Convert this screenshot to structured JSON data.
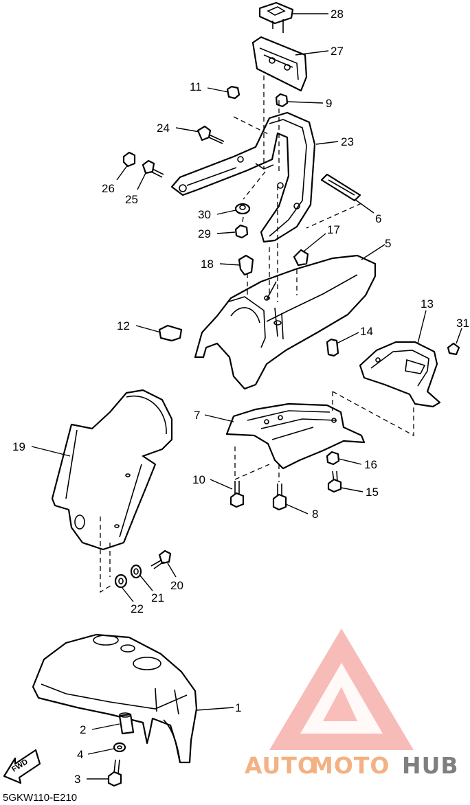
{
  "diagram_code": "5GKW110-E210",
  "fwd_label": "FWD",
  "watermark": {
    "part1": "AUTO",
    "part2": "MOTO",
    "part3": "HUB",
    "color_light": "#f4b183",
    "color_dark": "#7f7f7f",
    "triangle_color": "#f28b82"
  },
  "callouts": {
    "c1": "1",
    "c2": "2",
    "c3": "3",
    "c4": "4",
    "c5": "5",
    "c6": "6",
    "c7": "7",
    "c8": "8",
    "c9": "9",
    "c10": "10",
    "c11": "11",
    "c12": "12",
    "c13": "13",
    "c14": "14",
    "c15": "15",
    "c16": "16",
    "c17": "17",
    "c18": "18",
    "c19": "19",
    "c20": "20",
    "c21": "21",
    "c22": "22",
    "c23": "23",
    "c24": "24",
    "c25": "25",
    "c26": "26",
    "c27": "27",
    "c28": "28",
    "c29": "29",
    "c30": "30",
    "c31": "31"
  }
}
